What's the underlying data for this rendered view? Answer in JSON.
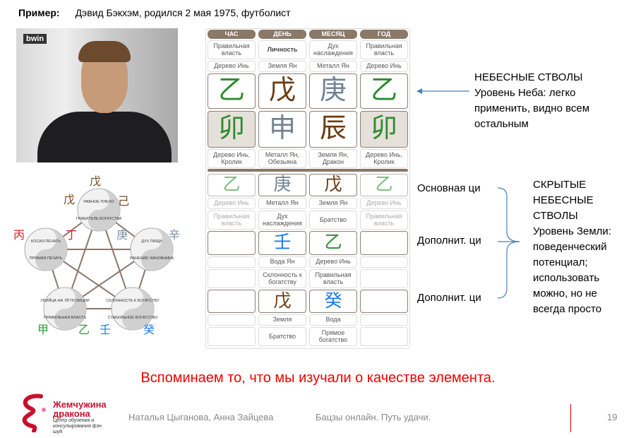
{
  "header": {
    "label": "Пример:",
    "text": "Дэвид Бэкхэм, родился 2 мая 1975, футболист"
  },
  "photo": {
    "brand": "bwin"
  },
  "chart": {
    "columns": [
      "ЧАС",
      "ДЕНЬ",
      "МЕСЯЦ",
      "ГОД"
    ],
    "stem_gods": [
      "Правильная власть",
      "Личность",
      "Дух наслаждения",
      "Правильная власть"
    ],
    "stem_elements": [
      "Дерево Инь",
      "Земля Ян",
      "Металл Ян",
      "Дерево Инь"
    ],
    "stems": [
      {
        "ch": "乙",
        "color": "#2e8b2e"
      },
      {
        "ch": "戊",
        "color": "#6b3a12"
      },
      {
        "ch": "庚",
        "color": "#6f8296"
      },
      {
        "ch": "乙",
        "color": "#2e8b2e"
      }
    ],
    "branches": [
      {
        "ch": "卯",
        "color": "#2e8b2e",
        "shaded": true
      },
      {
        "ch": "申",
        "color": "#6f8296",
        "shaded": false
      },
      {
        "ch": "辰",
        "color": "#6b3a12",
        "shaded": false
      },
      {
        "ch": "卯",
        "color": "#2e8b2e",
        "shaded": true
      }
    ],
    "branch_labels": [
      "Дерево Инь, Кролик",
      "Металл Ян, Обезьяна",
      "Земля Ян, Дракон",
      "Дерево Инь, Кролик"
    ],
    "hidden": [
      {
        "stems": [
          {
            "ch": "乙",
            "color": "#7dbb7d",
            "faint": true
          },
          {
            "ch": "庚",
            "color": "#6f8296"
          },
          {
            "ch": "戊",
            "color": "#6b3a12"
          },
          {
            "ch": "乙",
            "color": "#7dbb7d",
            "faint": true
          }
        ],
        "elements": [
          "Дерево Инь",
          "Металл Ян",
          "Земля Ян",
          "Дерево Инь"
        ],
        "gods": [
          "Правильная власть",
          "Дух наслаждения",
          "Братство",
          "Правильная власть"
        ]
      },
      {
        "stems": [
          {
            "ch": "",
            "color": "#000"
          },
          {
            "ch": "壬",
            "color": "#1e7bf0"
          },
          {
            "ch": "乙",
            "color": "#2e8b2e"
          },
          {
            "ch": "",
            "color": "#000"
          }
        ],
        "elements": [
          "",
          "Вода Ян",
          "Дерево Инь",
          ""
        ],
        "gods": [
          "",
          "Склонность к богатству",
          "Правильная власть",
          ""
        ]
      },
      {
        "stems": [
          {
            "ch": "",
            "color": "#000"
          },
          {
            "ch": "戊",
            "color": "#6b3a12"
          },
          {
            "ch": "癸",
            "color": "#1e7bf0"
          },
          {
            "ch": "",
            "color": "#000"
          }
        ],
        "elements": [
          "",
          "Земля",
          "Вода",
          ""
        ],
        "gods": [
          "",
          "Братство",
          "Прямое богатство",
          ""
        ]
      }
    ]
  },
  "diagram": {
    "nodes": [
      {
        "top": "РАВНОЕ ПЛЕЧО",
        "bottom": "ГРАБИТЕЛЬ БОГАТСТВА"
      },
      {
        "top": "ДУХ ПИЩИ",
        "bottom": "РАНЕНИЕ ЧИНОВНИКА"
      },
      {
        "top": "СКЛОННОСТЬ К БОГАТСТВУ",
        "bottom": "СТАБИЛЬНОЕ БОГАТСТВО"
      },
      {
        "top": "УБИЙЦА НА 7Й ПОЗИЦИИ",
        "bottom": "ПРАВИЛЬНАЯ ВЛАСТЬ"
      },
      {
        "top": "КОСАЯ ПЕЧАТЬ",
        "bottom": "ПРЯМАЯ ПЕЧАТЬ"
      }
    ],
    "chars": [
      {
        "ch": "戊",
        "color": "#7a4a25"
      },
      {
        "ch": "戊",
        "color": "#7a4a25"
      },
      {
        "ch": "己",
        "color": "#7a4a25"
      },
      {
        "ch": "庚",
        "color": "#7d8fa6"
      },
      {
        "ch": "辛",
        "color": "#7d8fa6"
      },
      {
        "ch": "丙",
        "color": "#e02020"
      },
      {
        "ch": "丁",
        "color": "#e02020"
      },
      {
        "ch": "甲",
        "color": "#2e9b2e"
      },
      {
        "ch": "乙",
        "color": "#2e9b2e"
      },
      {
        "ch": "壬",
        "color": "#1e7bf0"
      },
      {
        "ch": "癸",
        "color": "#1e7bf0"
      }
    ]
  },
  "annotations": {
    "heaven": [
      "НЕБЕСНЫЕ СТВОЛЫ",
      "Уровень Неба: легко",
      "применить, видно всем",
      "остальным"
    ],
    "qi_main": "Основная ци",
    "qi_add1": "Дополнит. ци",
    "qi_add2": "Дополнит. ци",
    "hidden": [
      "СКРЫТЫЕ",
      "НЕБЕСНЫЕ",
      "СТВОЛЫ",
      "Уровень Земли:",
      "поведенческий",
      "потенциал;",
      "использовать",
      "можно, но не",
      "всегда просто"
    ]
  },
  "slogan": "Вспоминаем то, что мы изучали о качестве элемента.",
  "footer": {
    "authors": "Наталья Цыганова, Анна Зайцева",
    "course": "Бацзы онлайн. Путь удачи.",
    "page": "19",
    "logo_title": "Жемчужина драконa",
    "logo_sub": "Центр обучения и консулырования фэн шуй"
  },
  "colors": {
    "arrow": "#4a7ebb",
    "accent": "#e00000"
  }
}
